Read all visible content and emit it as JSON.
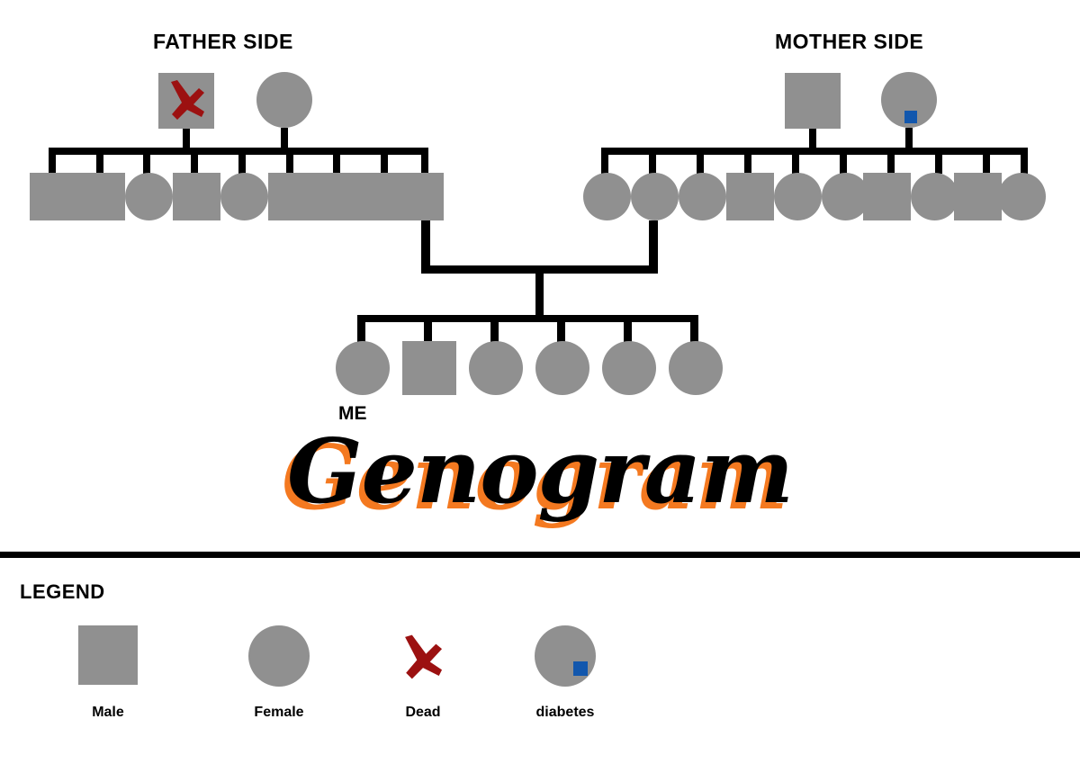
{
  "page": {
    "title": "Genogram",
    "background_color": "#ffffff",
    "shape_color": "#909090",
    "line_color": "#000000",
    "dead_color": "#9c1111",
    "diabetes_color": "#1257ad",
    "title_shadow_color": "#f47920"
  },
  "sections": {
    "father_side_label": "FATHER SIDE",
    "mother_side_label": "MOTHER SIDE"
  },
  "labels": {
    "me": "ME"
  },
  "father_side": {
    "parents": [
      {
        "id": "f-father",
        "shape": "square",
        "marker": "dead"
      },
      {
        "id": "f-mother",
        "shape": "circle",
        "marker": "none"
      }
    ],
    "children": [
      {
        "shape": "square",
        "marker": "none"
      },
      {
        "shape": "square",
        "marker": "none"
      },
      {
        "shape": "circle",
        "marker": "none"
      },
      {
        "shape": "square",
        "marker": "none"
      },
      {
        "shape": "circle",
        "marker": "none"
      },
      {
        "shape": "square",
        "marker": "none"
      },
      {
        "shape": "square",
        "marker": "none"
      },
      {
        "shape": "square",
        "marker": "none"
      },
      {
        "shape": "square",
        "marker": "none",
        "is_parent_of_me": true
      }
    ]
  },
  "mother_side": {
    "parents": [
      {
        "id": "m-father",
        "shape": "square",
        "marker": "none"
      },
      {
        "id": "m-mother",
        "shape": "circle",
        "marker": "diabetes"
      }
    ],
    "children": [
      {
        "shape": "circle",
        "marker": "none"
      },
      {
        "shape": "circle",
        "marker": "none",
        "is_parent_of_me": true
      },
      {
        "shape": "circle",
        "marker": "none"
      },
      {
        "shape": "square",
        "marker": "none"
      },
      {
        "shape": "circle",
        "marker": "none"
      },
      {
        "shape": "circle",
        "marker": "none"
      },
      {
        "shape": "square",
        "marker": "none"
      },
      {
        "shape": "circle",
        "marker": "none"
      },
      {
        "shape": "square",
        "marker": "none"
      },
      {
        "shape": "circle",
        "marker": "none"
      }
    ]
  },
  "generation": {
    "children": [
      {
        "shape": "circle",
        "marker": "none",
        "label": "ME"
      },
      {
        "shape": "square",
        "marker": "none",
        "label": ""
      },
      {
        "shape": "circle",
        "marker": "none",
        "label": ""
      },
      {
        "shape": "circle",
        "marker": "none",
        "label": ""
      },
      {
        "shape": "circle",
        "marker": "none",
        "label": ""
      },
      {
        "shape": "circle",
        "marker": "none",
        "label": ""
      }
    ]
  },
  "legend": {
    "heading": "LEGEND",
    "items": [
      {
        "label": "Male",
        "icon": "square-icon"
      },
      {
        "label": "Female",
        "icon": "circle-icon"
      },
      {
        "label": "Dead",
        "icon": "red-x-icon"
      },
      {
        "label": "diabetes",
        "icon": "circle-with-blue-square-icon"
      }
    ]
  }
}
